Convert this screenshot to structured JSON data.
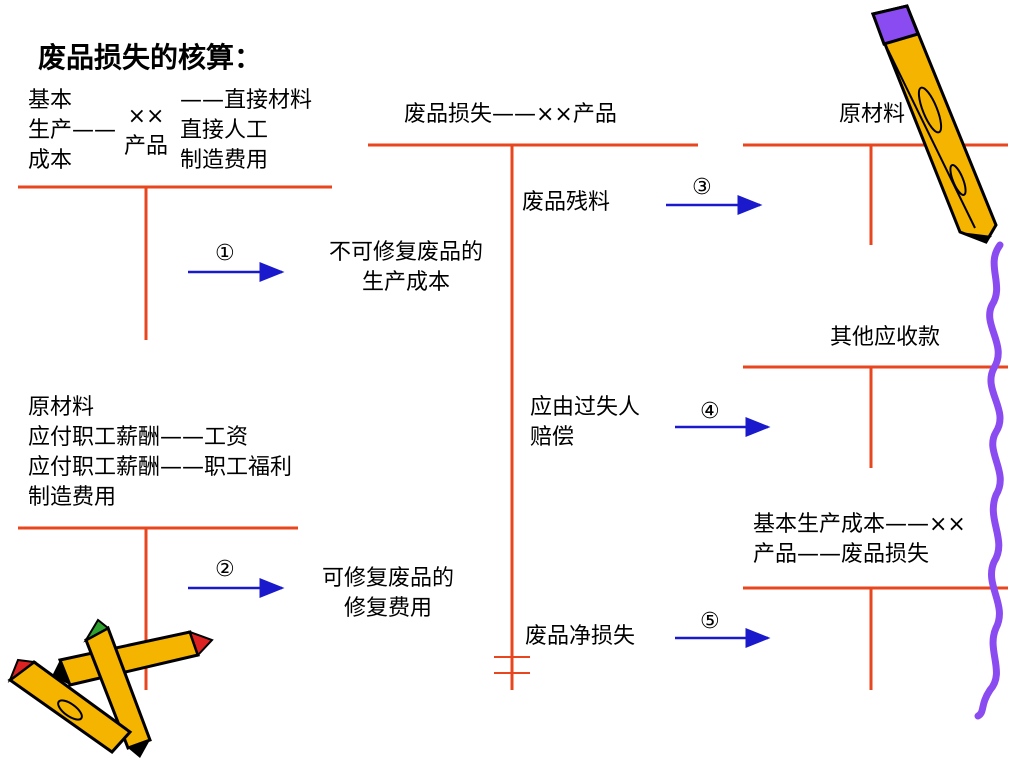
{
  "title": "废品损失的核算：",
  "colors": {
    "t_account_line": "#e8461e",
    "arrow": "#1a1acc",
    "pencil_body": "#f5b400",
    "pencil_outline": "#000000",
    "squiggle": "#8a4cf0"
  },
  "account_basic_production": {
    "left_label": "基本\n生产——\n成本",
    "middle_label": "××\n产品",
    "right_label": "——直接材料\n直接人工\n制造费用"
  },
  "account_materials_list": {
    "lines": "原材料\n应付职工薪酬——工资\n应付职工薪酬——职工福利\n制造费用"
  },
  "account_scrap_loss": {
    "header": "废品损失——××产品",
    "entries": {
      "scrap_materials": "废品残料",
      "compensation": "应由过失人\n赔偿",
      "net_loss": "废品净损失"
    }
  },
  "account_raw_materials": {
    "header": "原材料"
  },
  "account_other_receivables": {
    "header": "其他应收款"
  },
  "account_basic_production_loss": {
    "header": "基本生产成本——××\n产品——废品损失"
  },
  "flows": [
    {
      "marker": "①",
      "label": "不可修复废品的\n生产成本"
    },
    {
      "marker": "②",
      "label": "可修复废品的\n修复费用"
    },
    {
      "marker": "③",
      "label": ""
    },
    {
      "marker": "④",
      "label": ""
    },
    {
      "marker": "⑤",
      "label": ""
    }
  ]
}
